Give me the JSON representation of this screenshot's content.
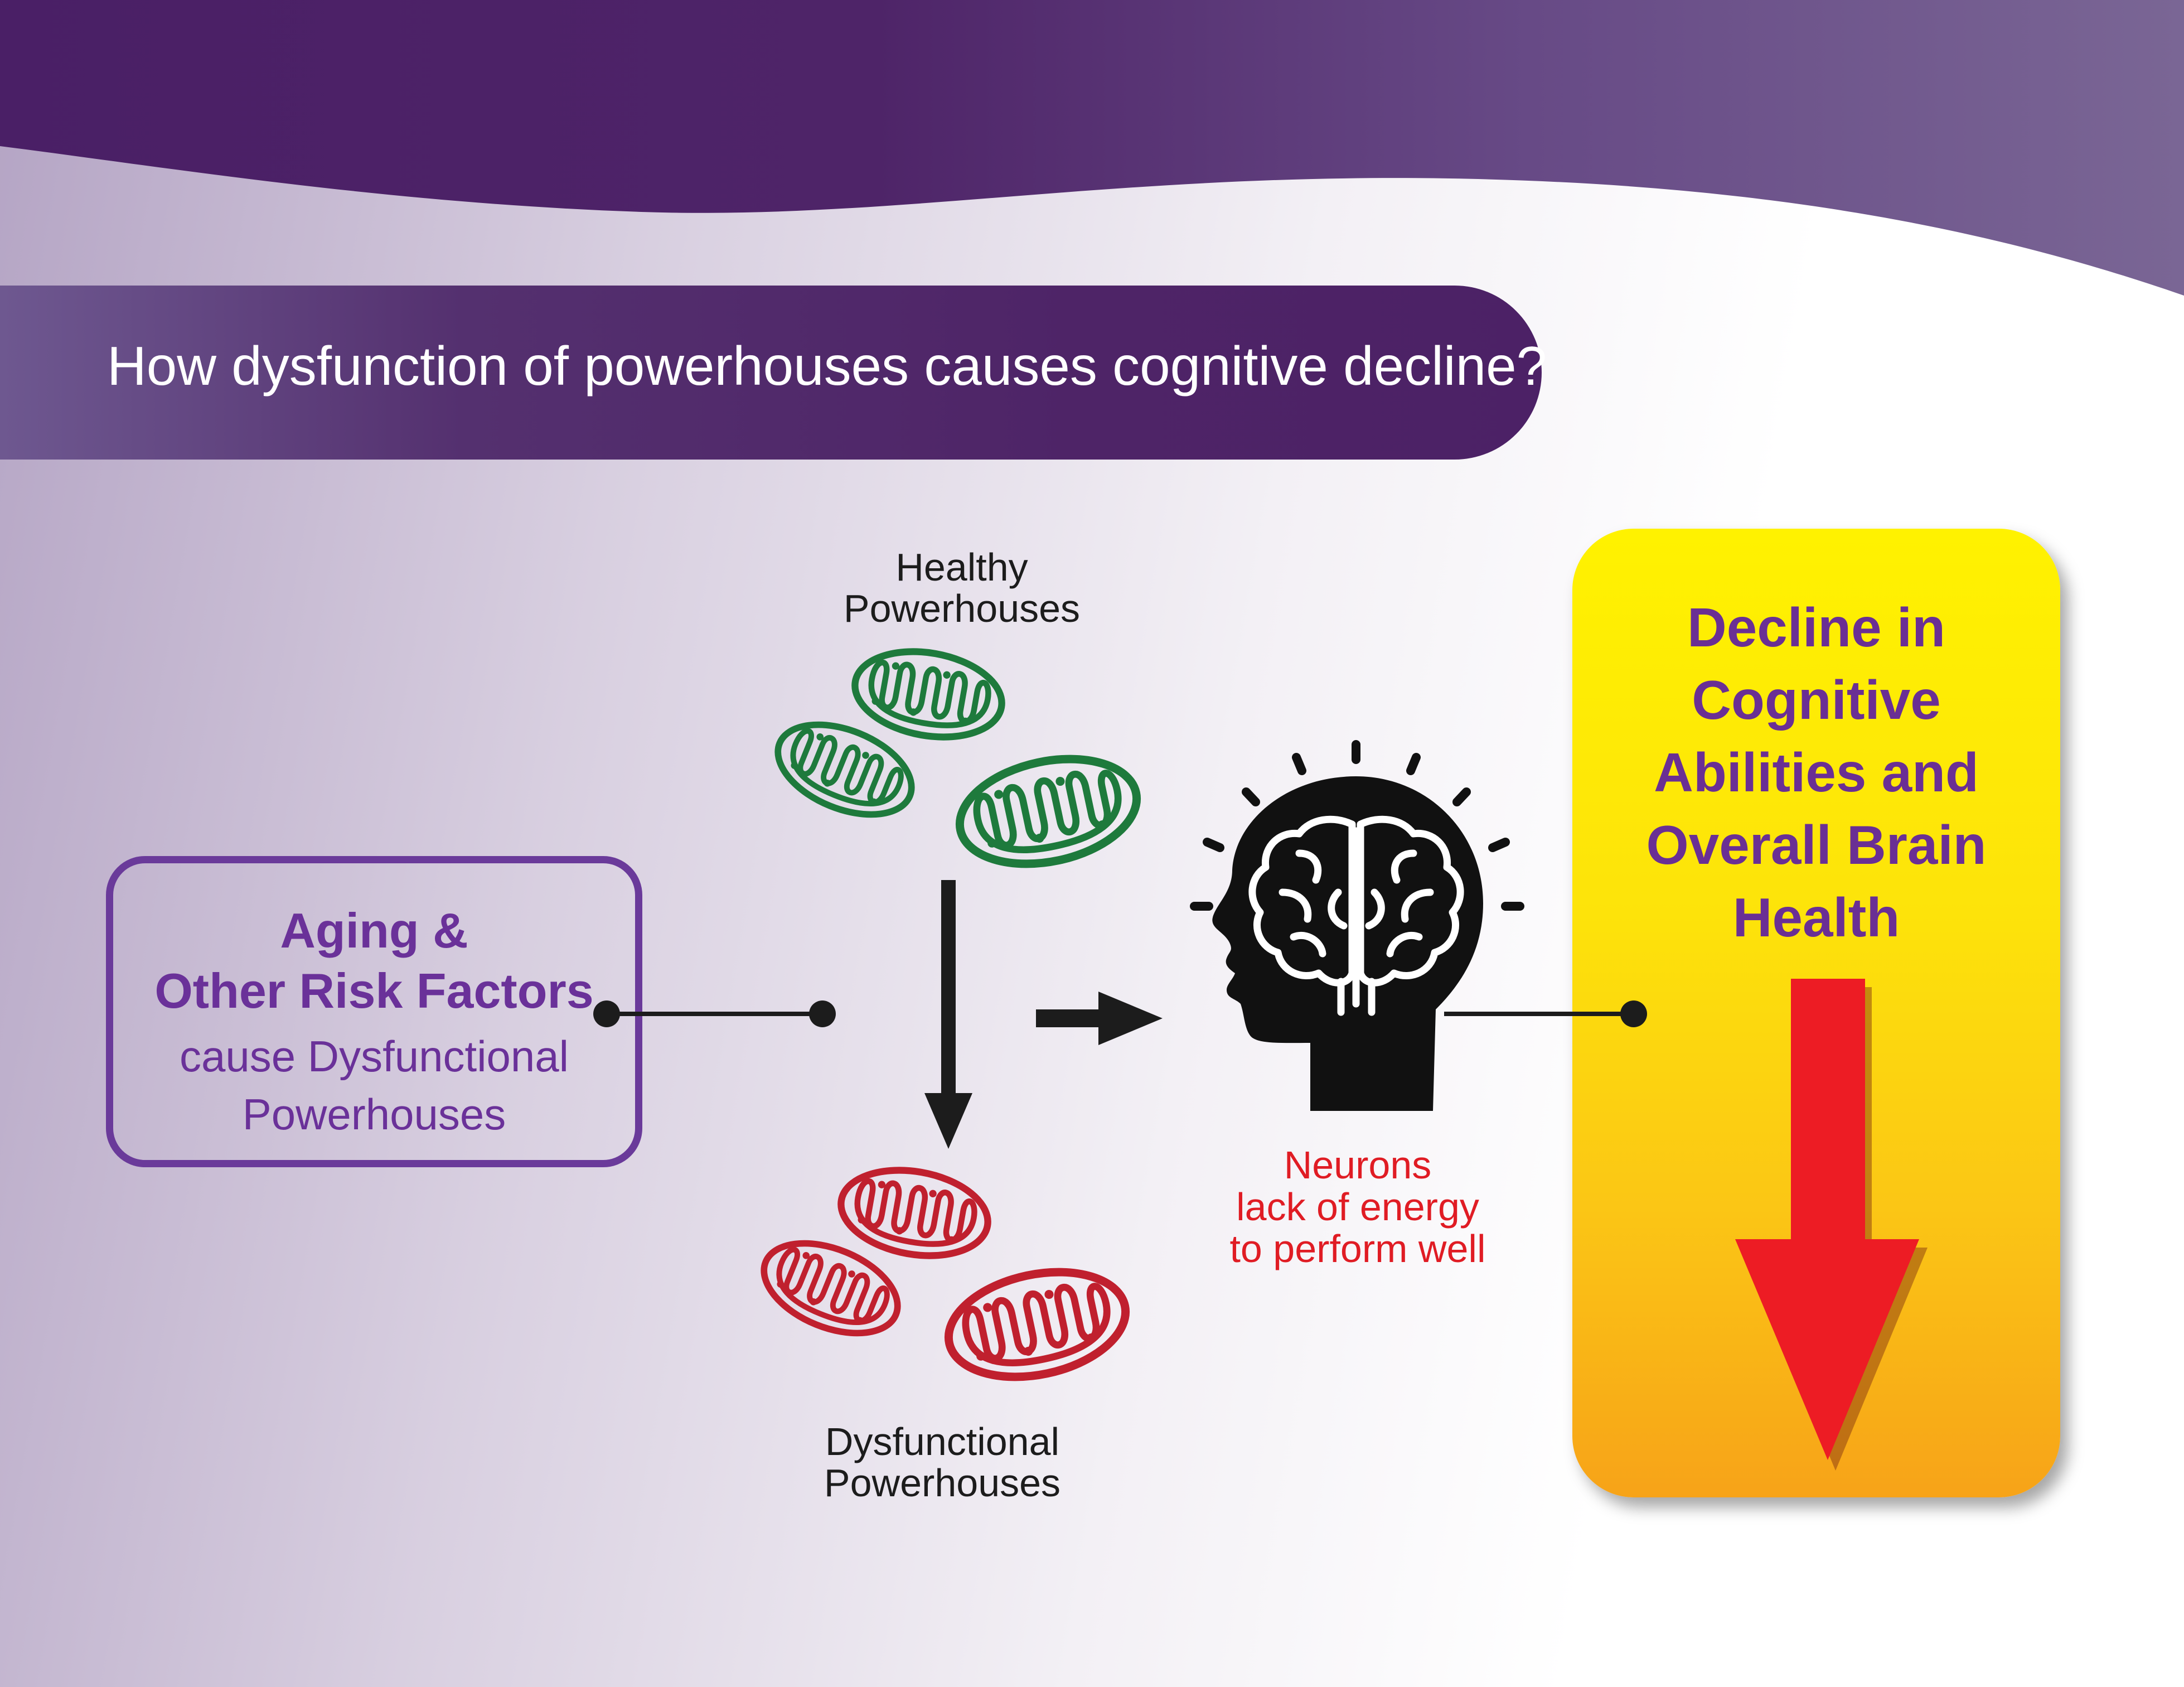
{
  "title": "How dysfunction of powerhouses causes cognitive decline?",
  "risk_box": {
    "title_line1": "Aging &",
    "title_line2": "Other Risk Factors",
    "sub_line1": "cause Dysfunctional",
    "sub_line2": "Powerhouses"
  },
  "healthy_label": {
    "line1": "Healthy",
    "line2": "Powerhouses"
  },
  "dysfunctional_label": {
    "line1": "Dysfunctional",
    "line2": "Powerhouses"
  },
  "neurons_label": {
    "line1": "Neurons",
    "line2": "lack of energy",
    "line3": "to perform well"
  },
  "outcome": {
    "line1": "Decline in",
    "line2": "Cognitive",
    "line3": "Abilities and",
    "line4": "Overall Brain",
    "line5": "Health"
  },
  "colors": {
    "purple_dark": "#4c2166",
    "purple_text": "#6a3199",
    "healthy_green": "#1e7a3c",
    "dysfunctional_red": "#c0202e",
    "alert_red": "#ed1c24",
    "yellow": "#fff200",
    "orange": "#f7a318"
  },
  "icons": [
    "mitochondria-icon",
    "head-brain-icon",
    "arrow-down-icon",
    "arrow-right-icon"
  ]
}
